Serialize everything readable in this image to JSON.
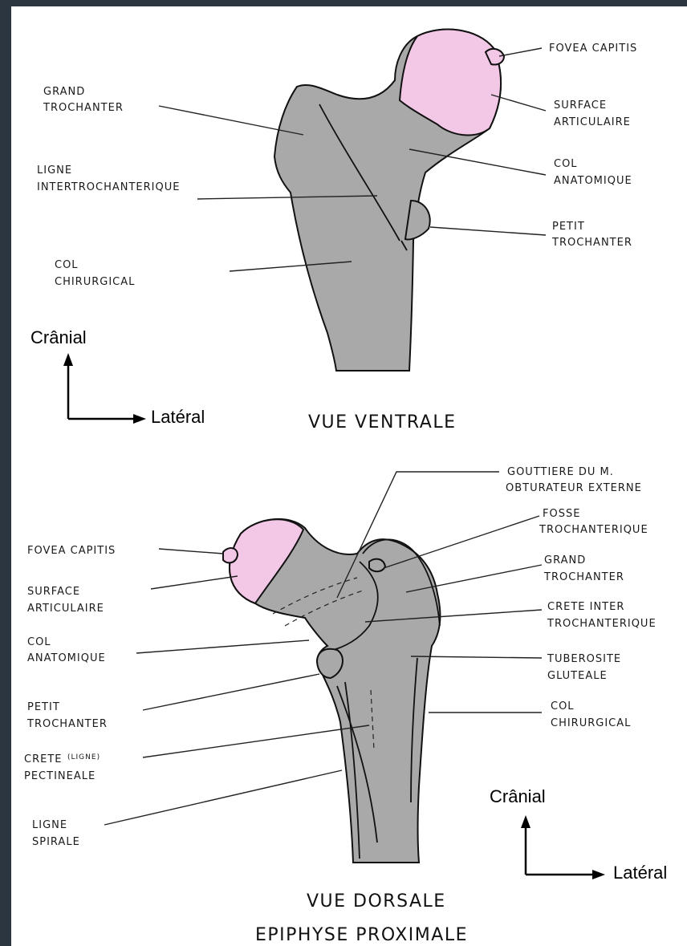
{
  "ventral": {
    "labels": {
      "fovea": "FOVEA CAPITIS",
      "grand_1": "GRAND",
      "grand_2": "TROCHANTER",
      "surface_1": "SURFACE",
      "surface_2": "ARTICULAIRE",
      "ligne_1": "LIGNE",
      "ligne_2": "INTERTROCHANTERIQUE",
      "col_anat_1": "COL",
      "col_anat_2": "ANATOMIQUE",
      "petit_1": "PETIT",
      "petit_2": "TROCHANTER",
      "col_chir_1": "COL",
      "col_chir_2": "CHIRURGICAL"
    },
    "axis": {
      "up": "Crânial",
      "right": "Latéral"
    },
    "title": "VUE VENTRALE"
  },
  "dorsal": {
    "labels": {
      "gouttiere_1": "GOUTTIERE DU M.",
      "gouttiere_2": "OBTURATEUR EXTERNE",
      "fosse_1": "FOSSE",
      "fosse_2": "TROCHANTERIQUE",
      "fovea": "FOVEA CAPITIS",
      "grand_1": "GRAND",
      "grand_2": "TROCHANTER",
      "surface_1": "SURFACE",
      "surface_2": "ARTICULAIRE",
      "crete_inter_1": "CRETE INTER",
      "crete_inter_2": "TROCHANTERIQUE",
      "col_anat_1": "COL",
      "col_anat_2": "ANATOMIQUE",
      "tuberosite_1": "TUBEROSITE",
      "tuberosite_2": "GLUTEALE",
      "petit_1": "PETIT",
      "petit_2": "TROCHANTER",
      "col_chir_1": "COL",
      "col_chir_2": "CHIRURGICAL",
      "crete_pect_1a": "CRETE",
      "crete_pect_1b": "(LIGNE)",
      "crete_pect_2": "PECTINEALE",
      "spirale_1": "LIGNE",
      "spirale_2": "SPIRALE"
    },
    "axis": {
      "up": "Crânial",
      "right": "Latéral"
    },
    "title": "VUE DORSALE",
    "subtitle": "EPIPHYSE PROXIMALE"
  },
  "colors": {
    "bone": "#a9a9a9",
    "cartilage": "#f3c7e6",
    "page_bg": "#ffffff",
    "outer_bg": "#2b3640"
  }
}
